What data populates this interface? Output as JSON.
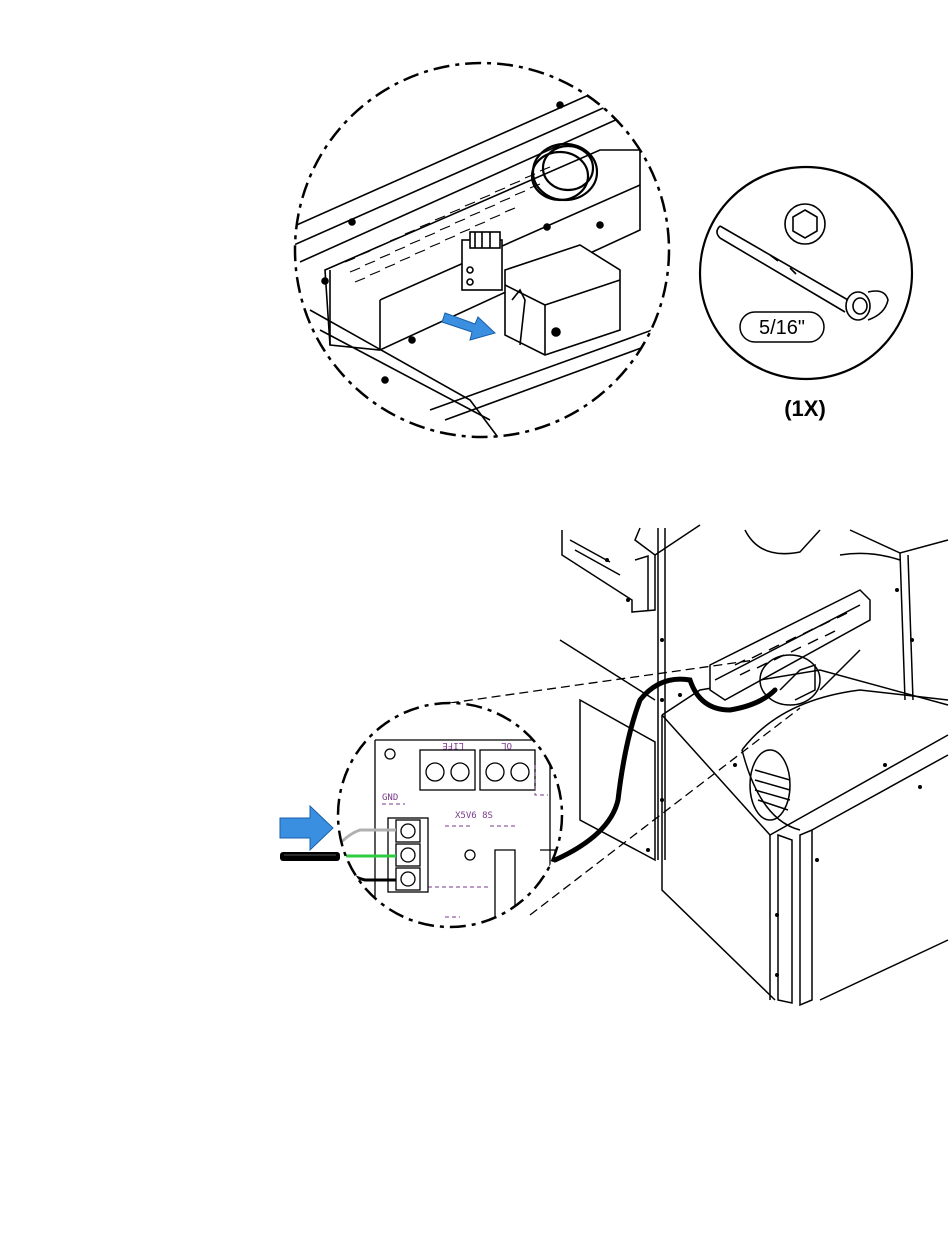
{
  "tool": {
    "icon": "hex-nut-driver-icon",
    "size_label": "5/16\"",
    "quantity_label": "(1X)"
  },
  "board_labels": {
    "top_left": "LIFE",
    "top_right": "OL",
    "side": "GND",
    "middle": "X5V6 8S"
  },
  "colors": {
    "arrow": "#3a8fe0",
    "line": "#000000",
    "ground_wire": "#2ecc40",
    "neutral_wire": "#b0b0b0",
    "annotation": "#7a3a8c"
  }
}
